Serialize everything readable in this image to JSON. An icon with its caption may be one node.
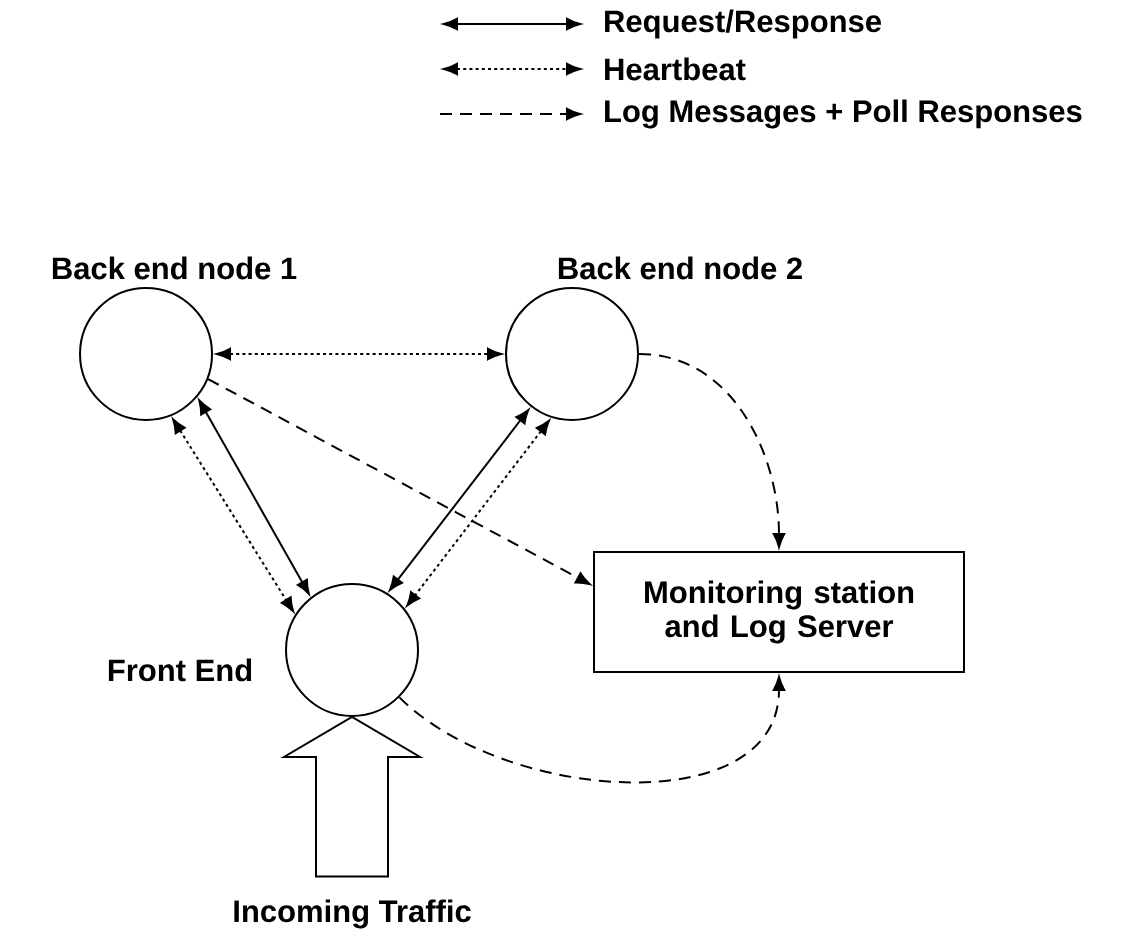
{
  "diagram": {
    "nodes": [
      {
        "text": [
          "Back end node 1"
        ]
      },
      {
        "text": [
          "Back end node 2"
        ]
      },
      {
        "text": [
          "Front End"
        ]
      },
      {
        "text": [
          "Monitoring station and  Log Server"
        ]
      },
      {
        "text": [
          "Incoming Traffic"
        ]
      }
    ],
    "edges": [
      {
        "from": 0,
        "to": 1,
        "arrow": "both",
        "style": "dashed"
      },
      {
        "from": 0,
        "to": 2,
        "arrow": "both"
      },
      {
        "from": 0,
        "to": 2,
        "arrow": "both",
        "style": "dashed"
      },
      {
        "from": 1,
        "to": 2,
        "arrow": "both"
      },
      {
        "from": 1,
        "to": 2,
        "arrow": "both",
        "style": "dashed"
      },
      {
        "from": 0,
        "to": 3,
        "arrow": "to",
        "style": "dashed"
      },
      {
        "from": 1,
        "to": 3,
        "arrow": "to",
        "style": "dashed"
      },
      {
        "from": 2,
        "to": 3,
        "arrow": "to",
        "style": "dashed"
      },
      {
        "from": 4,
        "to": 2,
        "arrow": "to",
        "style": "thick"
      }
    ],
    "legend": [
      {
        "text": "Request/Response"
      },
      {
        "text": "Heartbeat"
      },
      {
        "text": "Log Messages + Poll Responses"
      }
    ]
  }
}
